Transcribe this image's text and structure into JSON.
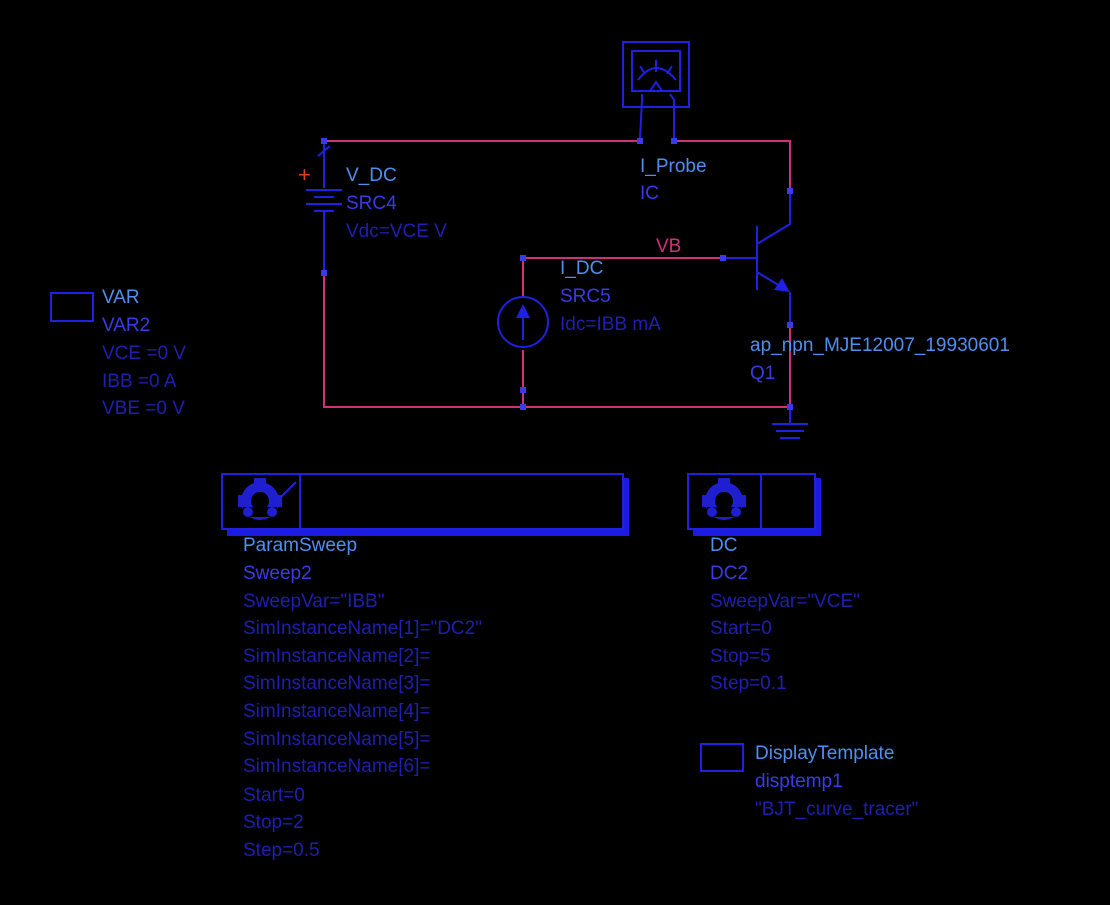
{
  "colors": {
    "background": "#000000",
    "wire": "#d0307a",
    "symbol": "#2020e0",
    "type_text": "#4f8ff0",
    "instance_text": "#3a3ae8",
    "param_text": "#1f1fb0",
    "plus_sign": "#e04020"
  },
  "icons": {
    "probe": "ammeter-meter-icon",
    "battery": "battery-icon",
    "current_source": "current-source-icon",
    "transistor": "npn-transistor-icon",
    "ground": "ground-icon",
    "sweep": "gear-controller-icon"
  },
  "nodes": {
    "vb": "VB"
  },
  "v_dc": {
    "plus": "+",
    "type": "V_DC",
    "name": "SRC4",
    "params": [
      "Vdc=VCE V"
    ]
  },
  "i_probe": {
    "type": "I_Probe",
    "name": "IC"
  },
  "i_dc": {
    "type": "I_DC",
    "name": "SRC5",
    "params": [
      "Idc=IBB mA"
    ]
  },
  "transistor": {
    "type": "ap_npn_MJE12007_19930601",
    "name": "Q1"
  },
  "var": {
    "type": "VAR",
    "name": "VAR2",
    "params": [
      "VCE =0 V",
      "IBB =0 A",
      "VBE =0 V"
    ]
  },
  "param_sweep": {
    "type": "ParamSweep",
    "name": "Sweep2",
    "params": [
      "SweepVar=\"IBB\"",
      "SimInstanceName[1]=\"DC2\"",
      "SimInstanceName[2]=",
      "SimInstanceName[3]=",
      "SimInstanceName[4]=",
      "SimInstanceName[5]=",
      "SimInstanceName[6]=",
      "Start=0",
      "Stop=2",
      "Step=0.5"
    ]
  },
  "dc": {
    "type": "DC",
    "name": "DC2",
    "params": [
      "SweepVar=\"VCE\"",
      "Start=0",
      "Stop=5",
      "Step=0.1"
    ]
  },
  "display_template": {
    "type": "DisplayTemplate",
    "name": "disptemp1",
    "params": [
      "\"BJT_curve_tracer\""
    ]
  }
}
